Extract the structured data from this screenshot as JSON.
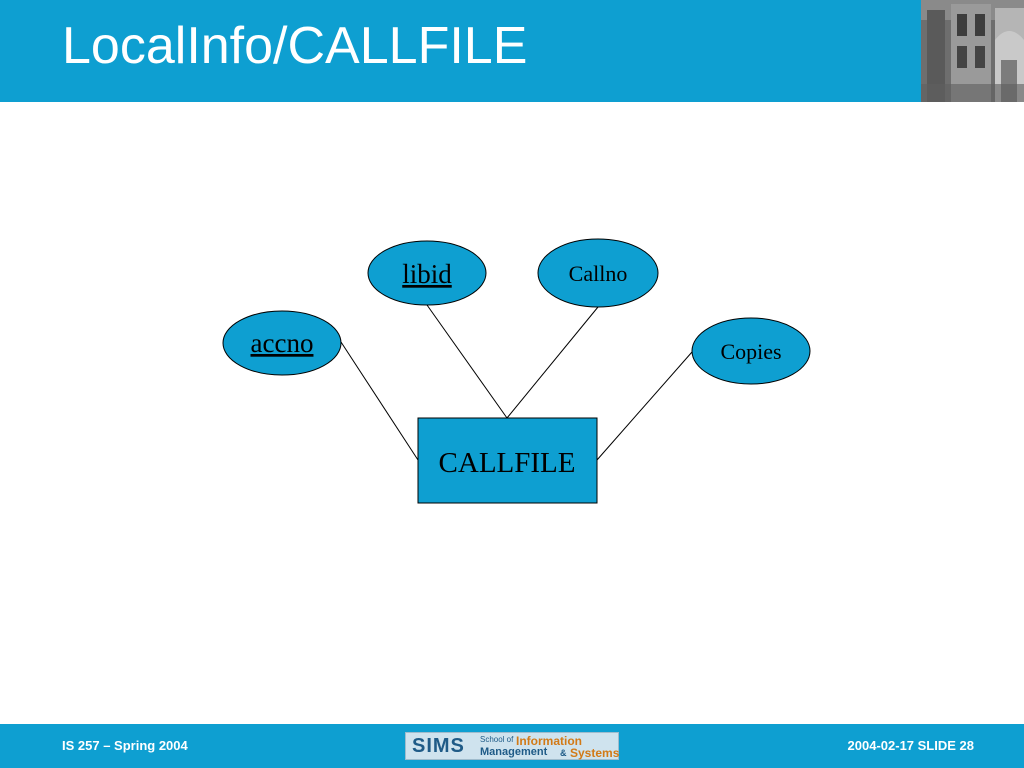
{
  "slide": {
    "title": "LocalInfo/CALLFILE"
  },
  "diagram": {
    "entity": {
      "label": "CALLFILE"
    },
    "attributes": [
      {
        "id": "accno",
        "label": "accno",
        "key": true
      },
      {
        "id": "libid",
        "label": "libid",
        "key": true
      },
      {
        "id": "callno",
        "label": "Callno",
        "key": false
      },
      {
        "id": "copies",
        "label": "Copies",
        "key": false
      }
    ]
  },
  "footer": {
    "course": "IS 257 – Spring 2004",
    "slide_info": "2004-02-17  SLIDE 28",
    "logo": {
      "abbr": "SIMS",
      "school_of": "School of",
      "information": "Information",
      "management": "Management",
      "amp": "&",
      "systems": "Systems"
    }
  },
  "colors": {
    "header_bg": "#0e9fd1",
    "shape_fill": "#0e9fd1",
    "text": "#000000",
    "title_text": "#ffffff"
  }
}
